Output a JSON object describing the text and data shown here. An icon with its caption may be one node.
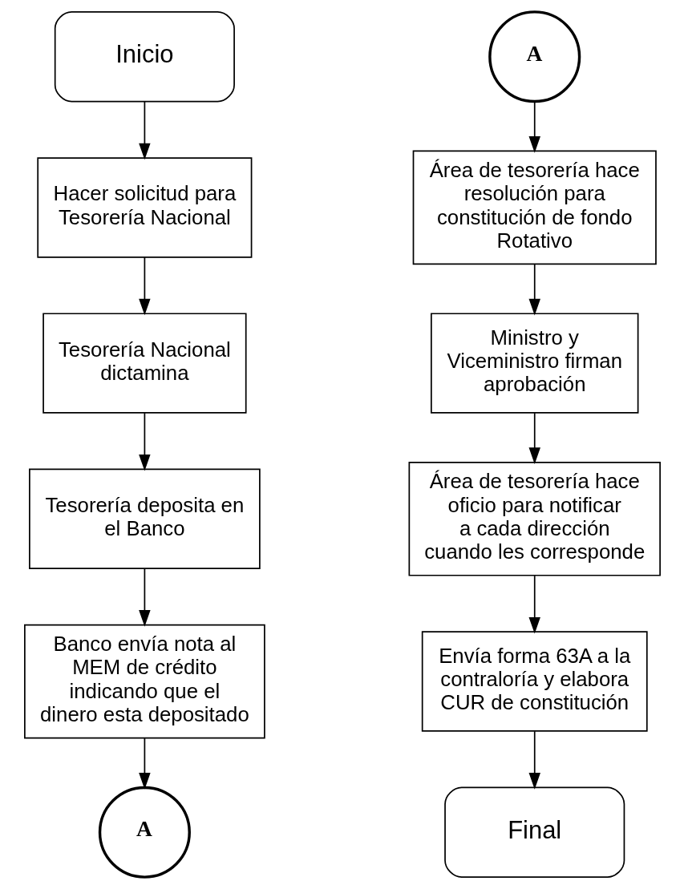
{
  "diagram": {
    "nodes": [
      {
        "text": [
          "Inicio"
        ]
      },
      {
        "text": [
          "Hacer solicitud para Tesorería Nacional"
        ]
      },
      {
        "text": [
          "Tesorería Nacional dictamina"
        ]
      },
      {
        "text": [
          "Tesorería deposita en el Banco"
        ]
      },
      {
        "text": [
          "Banco envía nota al MEM de crédito indicando que el dinero esta depositado"
        ]
      },
      {
        "text": [
          "A"
        ]
      },
      {
        "text": [
          "A"
        ]
      },
      {
        "text": [
          "Área de tesorería hace resolución para constitución de fondo Rotativo"
        ]
      },
      {
        "text": [
          "Ministro y Viceministro firman aprobación"
        ]
      },
      {
        "text": [
          "Área de tesorería hace oficio para notificar a cada dirección cuando les corresponde"
        ]
      },
      {
        "text": [
          "Envía forma 63A a la contraloría y elabora CUR de constitución"
        ]
      },
      {
        "text": [
          "Final"
        ]
      }
    ],
    "edges": [
      {
        "from": 0,
        "to": 1,
        "arrow": "to"
      },
      {
        "from": 1,
        "to": 2,
        "arrow": "to"
      },
      {
        "from": 2,
        "to": 3,
        "arrow": "to"
      },
      {
        "from": 3,
        "to": 4,
        "arrow": "to"
      },
      {
        "from": 4,
        "to": 5,
        "arrow": "to"
      },
      {
        "from": 6,
        "to": 7,
        "arrow": "to"
      },
      {
        "from": 7,
        "to": 8,
        "arrow": "to"
      },
      {
        "from": 8,
        "to": 9,
        "arrow": "to"
      },
      {
        "from": 9,
        "to": 10,
        "arrow": "to"
      },
      {
        "from": 10,
        "to": 11,
        "arrow": "to"
      }
    ]
  }
}
